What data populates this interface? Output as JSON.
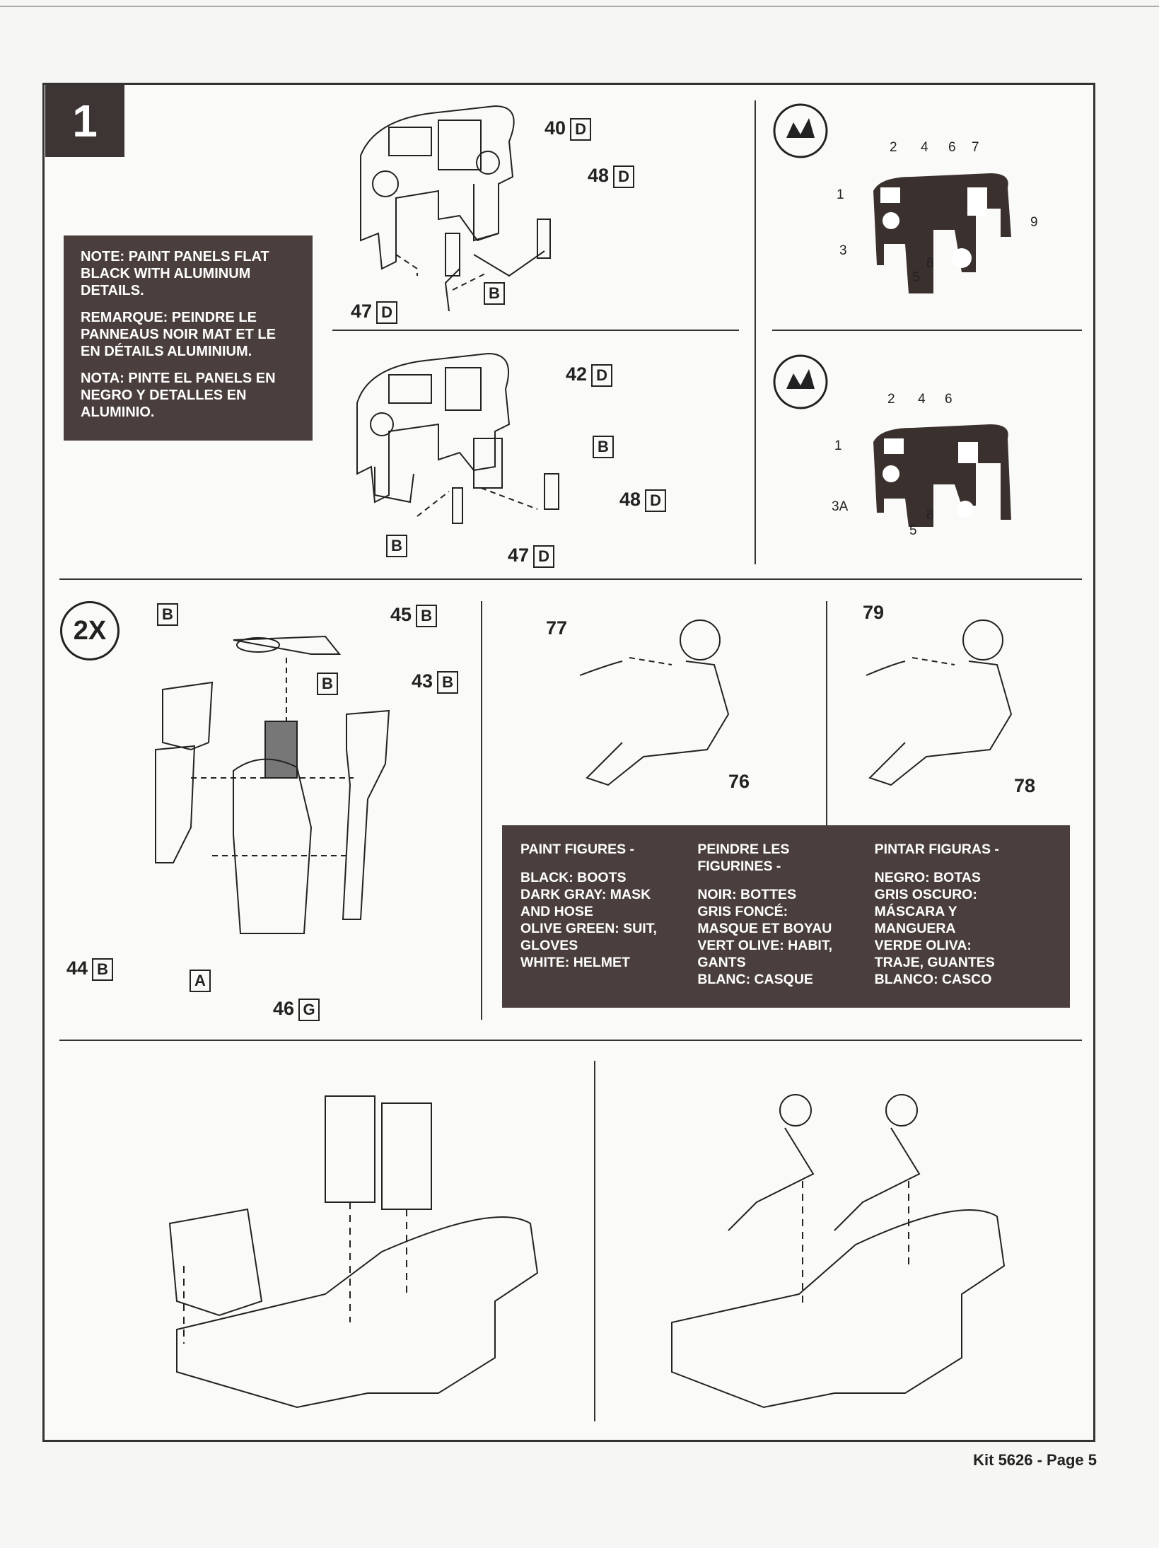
{
  "step": {
    "number": "1"
  },
  "step2": {
    "multiplier": "2X"
  },
  "note": {
    "en": "NOTE: PAINT PANELS FLAT BLACK WITH ALUMINUM DETAILS.",
    "fr": "REMARQUE: PEINDRE LE PANNEAUS NOIR MAT ET LE EN DÉTAILS ALUMINIUM.",
    "es": "NOTA: PINTE EL PANELS EN NEGRO Y DETALLES EN ALUMINIO."
  },
  "parts": {
    "p40": "40",
    "p40s": "D",
    "p48a": "48",
    "p48as": "D",
    "p47a": "47",
    "p47as": "D",
    "pBa": "B",
    "p42": "42",
    "p42s": "D",
    "pBb": "B",
    "p48b": "48",
    "p48bs": "D",
    "pBc": "B",
    "p47b": "47",
    "p47bs": "D",
    "pBd": "B",
    "p45": "45",
    "p45s": "B",
    "pBe": "B",
    "p43": "43",
    "p43s": "B",
    "p44": "44",
    "p44s": "B",
    "pA": "A",
    "p46": "46",
    "p46s": "G",
    "p77": "77",
    "p76": "76",
    "p79": "79",
    "p78": "78"
  },
  "decal1": {
    "n2": "2",
    "n4": "4",
    "n6": "6",
    "n7": "7",
    "n1": "1",
    "n9": "9",
    "n3": "3",
    "n8": "8",
    "n5": "5"
  },
  "decal2": {
    "n2": "2",
    "n4": "4",
    "n6": "6",
    "n1": "1",
    "n3a": "3A",
    "n8": "8",
    "n5": "5"
  },
  "paint": {
    "en_head": "PAINT FIGURES -",
    "en_body": "BLACK: BOOTS\nDARK GRAY: MASK\nAND HOSE\nOLIVE GREEN: SUIT,\nGLOVES\nWHITE: HELMET",
    "fr_head": "PEINDRE LES\nFIGURINES -",
    "fr_body": "NOIR: BOTTES\nGRIS FONCÉ:\nMASQUE ET BOYAU\nVERT OLIVE: HABIT,\nGANTS\nBLANC: CASQUE",
    "es_head": "PINTAR FIGURAS -",
    "es_body": "NEGRO: BOTAS\nGRIS OSCURO:\nMÁSCARA Y\nMANGUERA\nVERDE OLIVA:\nTRAJE, GUANTES\nBLANCO: CASCO"
  },
  "footer": "Kit 5626 - Page 5"
}
